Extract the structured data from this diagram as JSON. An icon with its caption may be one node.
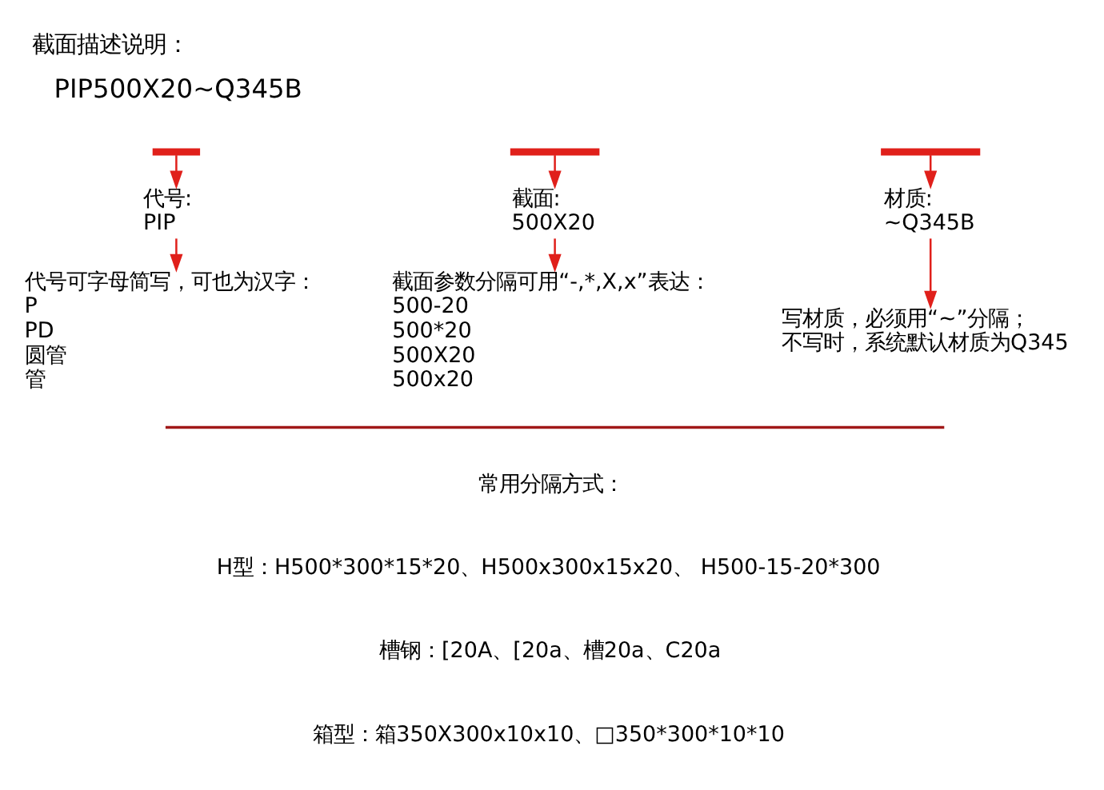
{
  "diagram": {
    "title": "截面描述说明：",
    "nodes": [
      {
        "text": [
          "PIP500X20~Q345B"
        ]
      },
      {
        "text": [],
        "shape": "bar"
      },
      {
        "text": [],
        "shape": "bar"
      },
      {
        "text": [],
        "shape": "bar"
      },
      {
        "text": [
          "代号:",
          "PIP"
        ]
      },
      {
        "text": [
          "截面:",
          "500X20"
        ]
      },
      {
        "text": [
          "材质:",
          "~Q345B"
        ]
      },
      {
        "text": [
          "代号可字母简写，可也为汉字：",
          "P",
          "PD",
          "圆管",
          "管"
        ]
      },
      {
        "text": [
          "截面参数分隔可用“-,*,X,x”表达：",
          "500-20",
          "500*20",
          "500X20",
          "500x20"
        ]
      },
      {
        "text": [
          "写材质，必须用“~”分隔；",
          "不写时，系统默认材质为Q345"
        ]
      }
    ],
    "edges": [
      {
        "from": 1,
        "to": 4,
        "arrow": "to"
      },
      {
        "from": 2,
        "to": 5,
        "arrow": "to"
      },
      {
        "from": 3,
        "to": 6,
        "arrow": "to"
      },
      {
        "from": 4,
        "to": 7,
        "arrow": "to"
      },
      {
        "from": 5,
        "to": 8,
        "arrow": "to"
      },
      {
        "from": 6,
        "to": 9,
        "arrow": "to"
      }
    ],
    "labels": [
      "常用分隔方式：",
      "H型：H500*300*15*20、H500x300x15x20、 H500-15-20*300",
      "槽钢：[20A、[20a、槽20a、C20a",
      "箱型：箱350X300x10x10、□350*300*10*10"
    ]
  }
}
